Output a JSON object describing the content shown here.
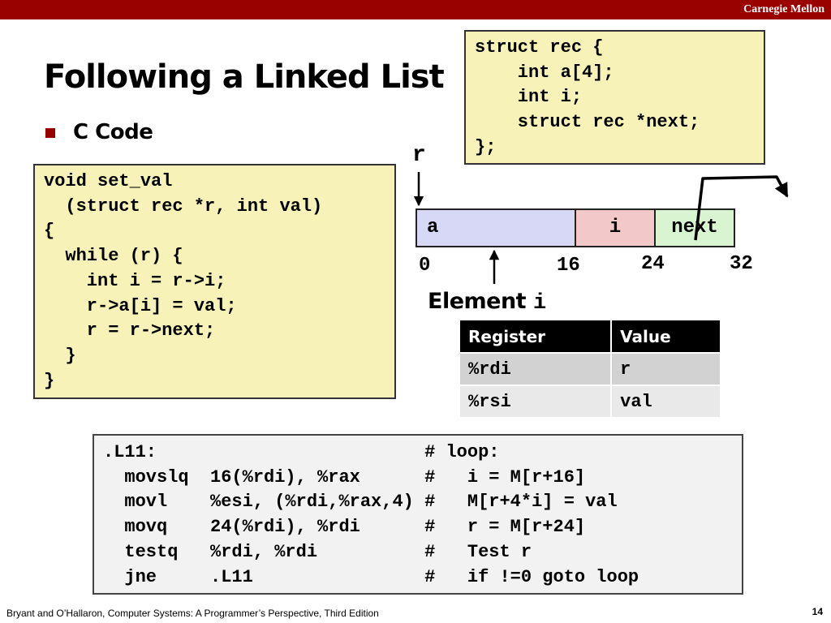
{
  "header": {
    "brand": "Carnegie Mellon",
    "bar_color": "#990000"
  },
  "slide": {
    "title": "Following a Linked List",
    "bullet": "C Code"
  },
  "c_code": "void set_val\n  (struct rec *r, int val)\n{\n  while (r) {\n    int i = r->i;\n    r->a[i] = val;\n    r = r->next;\n  }\n}",
  "struct_def": "struct rec {\n    int a[4];\n    int i;\n    struct rec *next;\n};",
  "diagram": {
    "pointer_label": "r",
    "cells": [
      "a",
      "i",
      "next"
    ],
    "offsets": [
      "0",
      "16",
      "24",
      "32"
    ],
    "element_label": "Element",
    "element_var": "i",
    "colors": {
      "a": "#d6d8f6",
      "i": "#f2c8c8",
      "next": "#d8f4d0"
    }
  },
  "register_table": {
    "headers": [
      "Register",
      "Value"
    ],
    "rows": [
      [
        "%rdi",
        "r"
      ],
      [
        "%rsi",
        "val"
      ]
    ]
  },
  "assembly": ".L11:                         # loop:\n  movslq  16(%rdi), %rax      #   i = M[r+16]\n  movl    %esi, (%rdi,%rax,4) #   M[r+4*i] = val\n  movq    24(%rdi), %rdi      #   r = M[r+24]\n  testq   %rdi, %rdi          #   Test r\n  jne     .L11                #   if !=0 goto loop",
  "footer": {
    "citation": "Bryant and O’Hallaron, Computer Systems: A Programmer’s Perspective, Third Edition",
    "page": "14"
  }
}
